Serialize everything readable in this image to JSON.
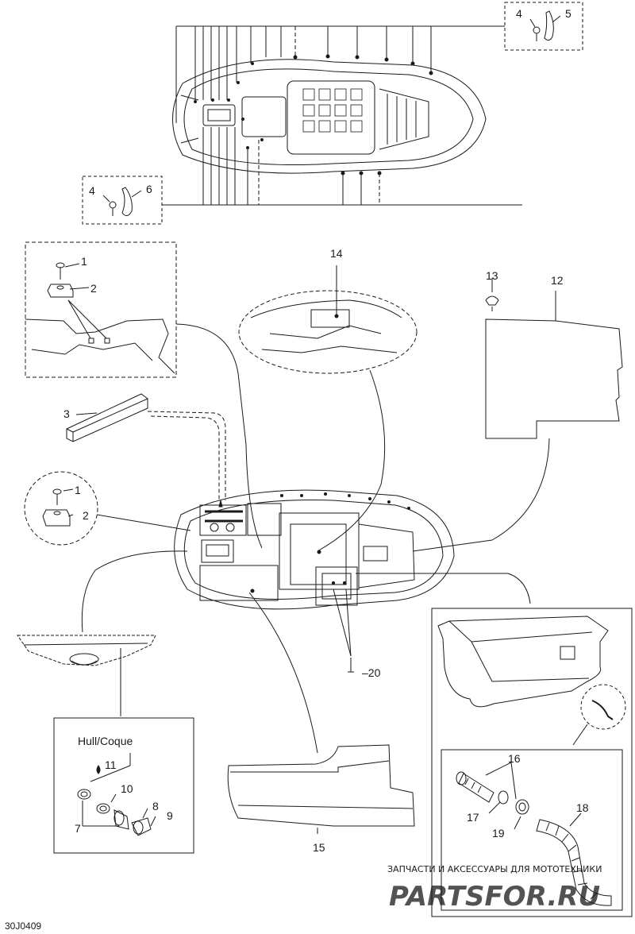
{
  "figure_code": "30J0409",
  "hull_label": "Hull/Coque",
  "watermark": {
    "line1": "ЗАПЧАСТИ И АКСЕССУАРЫ ДЛЯ МОТОТЕХНИКИ",
    "logo": "PARTSFOR.RU"
  },
  "callouts": {
    "c1a": "1",
    "c2a": "2",
    "c3": "3",
    "c1b": "1",
    "c2b": "2",
    "c4a": "4",
    "c5": "5",
    "c4b": "4",
    "c6": "6",
    "c7": "7",
    "c8": "8",
    "c9": "9",
    "c10": "10",
    "c11": "11",
    "c12": "12",
    "c13": "13",
    "c14": "14",
    "c15": "15",
    "c16": "16",
    "c17": "17",
    "c18": "18",
    "c19": "19",
    "c20": "20"
  },
  "colors": {
    "line": "#1a1a1a",
    "paper": "#ffffff",
    "watermark_red": "#e06060",
    "watermark_gray": "#b8b8b8"
  }
}
